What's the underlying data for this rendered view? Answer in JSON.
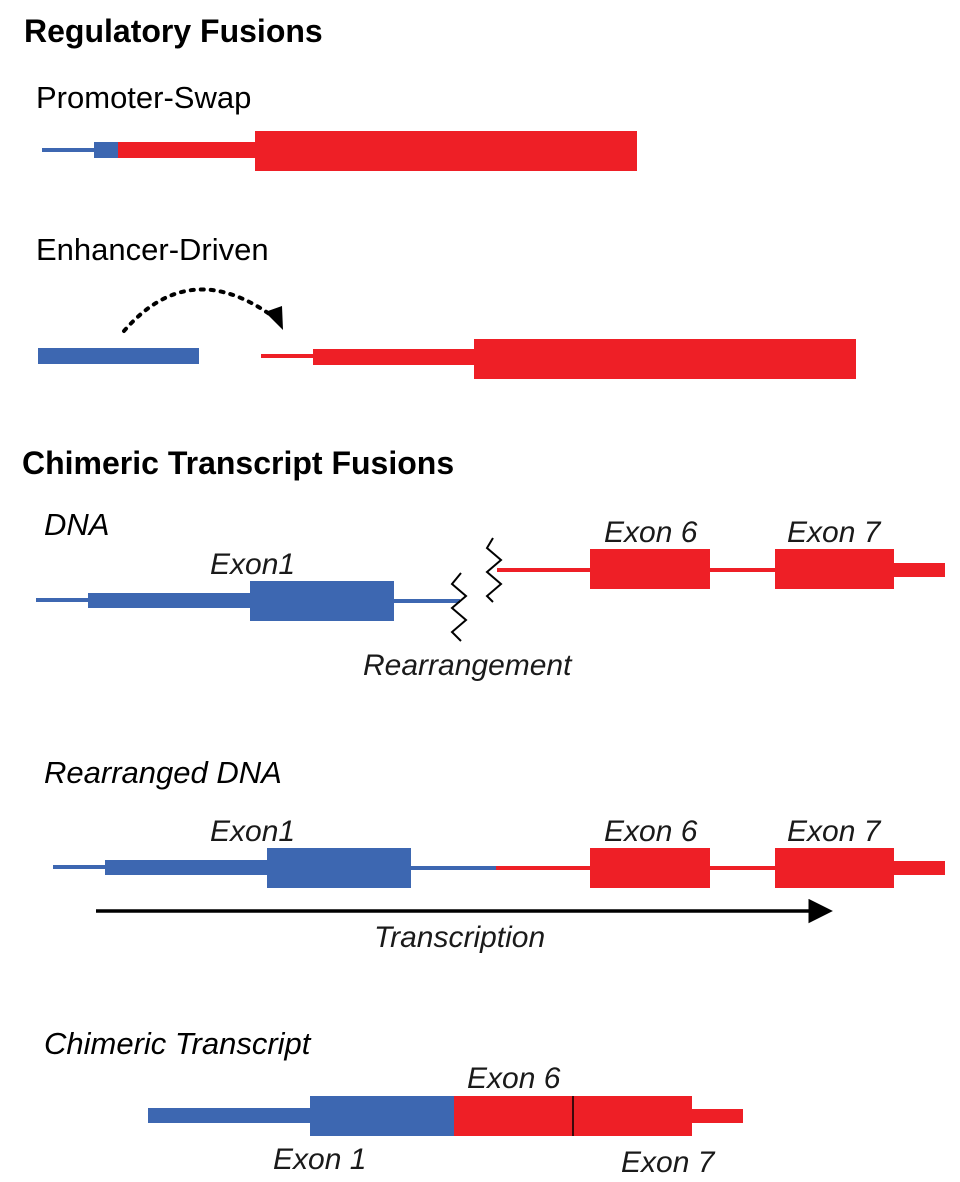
{
  "colors": {
    "gene_a": "#3d67b1",
    "gene_b": "#ee1f26",
    "arrow": "#000000"
  },
  "regulatory": {
    "heading": "Regulatory Fusions",
    "promoter_swap": "Promoter-Swap",
    "enhancer_driven": "Enhancer-Driven"
  },
  "chimeric": {
    "heading": "Chimeric Transcript Fusions",
    "dna": {
      "title": "DNA",
      "exon1": "Exon1",
      "exon6": "Exon 6",
      "exon7": "Exon 7",
      "rearrangement": "Rearrangement"
    },
    "rearranged": {
      "title": "Rearranged DNA",
      "exon1": "Exon1",
      "exon6": "Exon 6",
      "exon7": "Exon 7",
      "transcription": "Transcription"
    },
    "transcript": {
      "title": "Chimeric Transcript",
      "exon6": "Exon 6",
      "exon1": "Exon 1",
      "exon7": "Exon 7"
    }
  }
}
